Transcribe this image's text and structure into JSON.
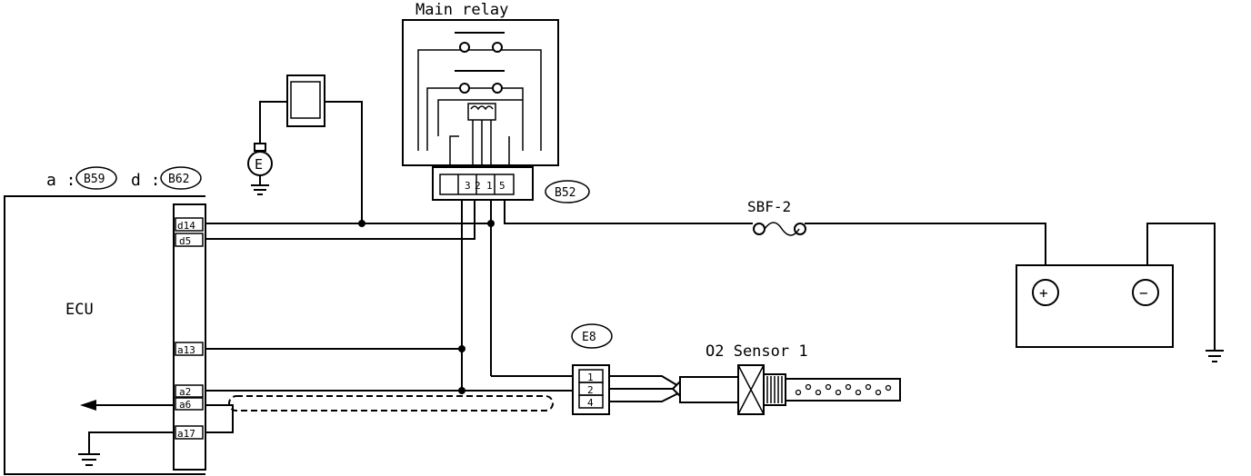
{
  "labels": {
    "main_relay": "Main relay",
    "ecu": "ECU",
    "connector_a_prefix": "a :",
    "connector_a": "B59",
    "connector_d_prefix": "d :",
    "connector_d": "B62",
    "relay_connector": "B52",
    "sensor_connector": "E8",
    "fuse": "SBF-2",
    "sensor": "O2  Sensor  1",
    "engine_ground": "E",
    "battery_plus": "+",
    "battery_minus": "−"
  },
  "ecu_pins": [
    "d14",
    "d5",
    "a13",
    "a2",
    "a6",
    "a17"
  ],
  "relay_pins": [
    "3",
    "2",
    "1",
    "5"
  ],
  "sensor_pins": [
    "1",
    "2",
    "4"
  ]
}
